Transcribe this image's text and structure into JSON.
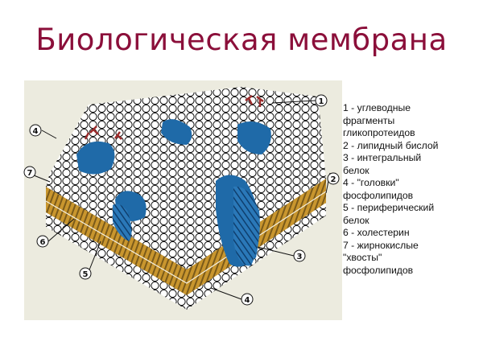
{
  "title": "Биологическая мембрана",
  "diagram": {
    "background": "#ecebdf",
    "colors": {
      "protein": "#1f6aa8",
      "tails": "#c9962e",
      "heads": "#ffffff",
      "glyco": "#9b2a2a"
    },
    "callouts": [
      "1",
      "2",
      "3",
      "4",
      "5",
      "6",
      "7",
      "4"
    ]
  },
  "legend": {
    "lines": [
      "1 - углеводные",
      "фрагменты",
      "гликопротеидов",
      "2 - липидный бислой",
      "3 - интегральный",
      "белок",
      "4 - \"головки\"",
      "фосфолипидов",
      "5 - периферический",
      "белок",
      "6 - холестерин",
      "7 - жирнокислые",
      "\"хвосты\"",
      "фосфолипидов"
    ]
  }
}
